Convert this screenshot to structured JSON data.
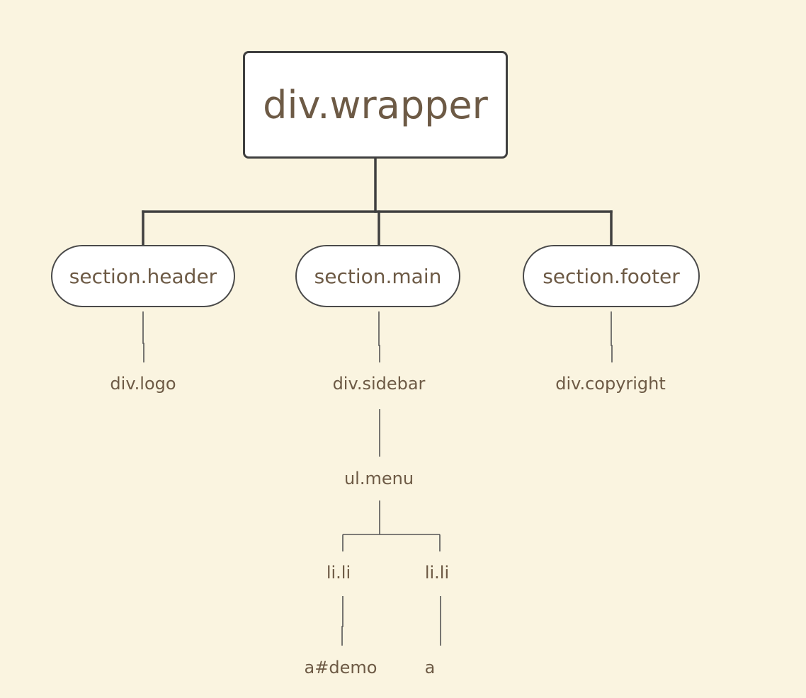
{
  "root": {
    "label": "div.wrapper"
  },
  "sections": {
    "header": {
      "label": "section.header",
      "child": "div.logo"
    },
    "main": {
      "label": "section.main",
      "child": "div.sidebar"
    },
    "footer": {
      "label": "section.footer",
      "child": "div.copyright"
    }
  },
  "menu": {
    "label": "ul.menu",
    "items": [
      {
        "label": "li.li",
        "child": "a#demo"
      },
      {
        "label": "li.li",
        "child": "a"
      }
    ]
  },
  "colors": {
    "background": "#faf4e0",
    "text": "#6d5a45",
    "node_fill": "#ffffff",
    "border": "#3f3f3f",
    "connector_bold": "#3f3f3f",
    "connector_thin": "#555555"
  }
}
